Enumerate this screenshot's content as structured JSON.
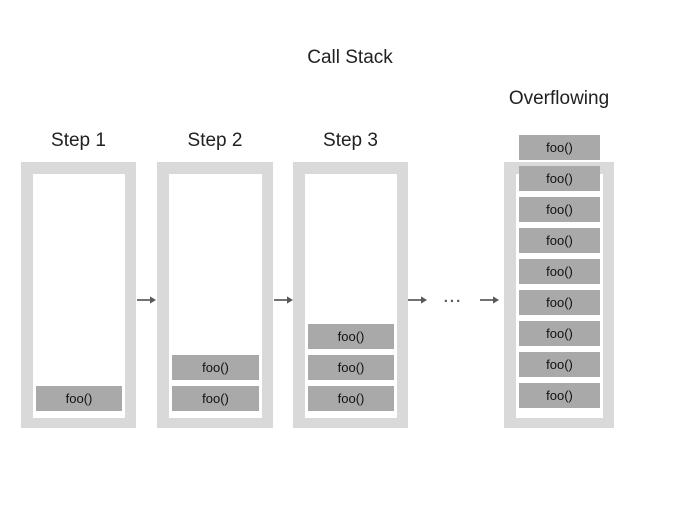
{
  "title": "Call Stack",
  "columns": [
    {
      "label": "Step 1",
      "frames": [
        "foo()"
      ]
    },
    {
      "label": "Step 2",
      "frames": [
        "foo()",
        "foo()"
      ]
    },
    {
      "label": "Step 3",
      "frames": [
        "foo()",
        "foo()",
        "foo()"
      ]
    },
    {
      "label": "Overflowing",
      "overflowing": true,
      "frames": [
        "foo()",
        "foo()",
        "foo()",
        "foo()",
        "foo()",
        "foo()",
        "foo()",
        "foo()",
        "foo()"
      ]
    }
  ],
  "connectors": {
    "ellipsis": "..."
  },
  "colors": {
    "frame_border": "#d9d9d9",
    "frame_fill": "#ffffff",
    "block_fill": "#a9a9a9",
    "block_text": "#111111",
    "label_text": "#212121",
    "arrow": "#595959",
    "background": "#ffffff"
  }
}
